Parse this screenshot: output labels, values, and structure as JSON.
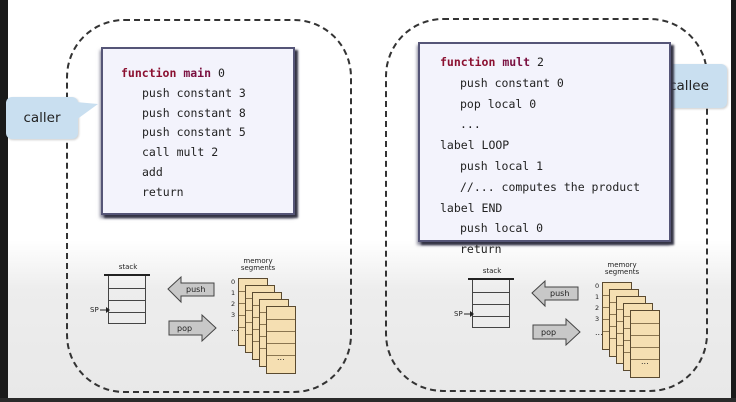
{
  "callouts": {
    "caller": "caller",
    "callee": "callee"
  },
  "caller_code": [
    {
      "kw": "function",
      "name": "main",
      "rest": " 0",
      "indent": 0
    },
    {
      "text": "push constant 3",
      "indent": 1
    },
    {
      "text": "push constant 8",
      "indent": 1
    },
    {
      "text": "push constant 5",
      "indent": 1
    },
    {
      "text": "call mult 2",
      "indent": 1
    },
    {
      "text": "add",
      "indent": 1
    },
    {
      "text": "return",
      "indent": 1
    }
  ],
  "callee_code": [
    {
      "kw": "function",
      "name": "mult",
      "rest": " 2",
      "indent": 0
    },
    {
      "text": "push constant 0",
      "indent": 1
    },
    {
      "text": "pop local 0",
      "indent": 1
    },
    {
      "text": "...",
      "indent": 1
    },
    {
      "text": "label LOOP",
      "indent": 0
    },
    {
      "text": "push local 1",
      "indent": 1
    },
    {
      "text": "//... computes the product",
      "indent": 1
    },
    {
      "text": "label END",
      "indent": 0
    },
    {
      "text": "push local 0",
      "indent": 1
    },
    {
      "text": "return",
      "indent": 1
    }
  ],
  "vm_diagram": {
    "stack_label": "stack",
    "sp_label": "SP",
    "push_label": "push",
    "pop_label": "pop",
    "memory_label_1": "memory",
    "memory_label_2": "segments",
    "segment_numbers": [
      "0",
      "1",
      "2",
      "3"
    ],
    "more_segments": "...",
    "more_cells": "..."
  },
  "colors": {
    "keyword": "#8b1030",
    "callout": "#c9dff0",
    "memory": "#f5dfb2",
    "code_bg": "#f3f3fc"
  }
}
